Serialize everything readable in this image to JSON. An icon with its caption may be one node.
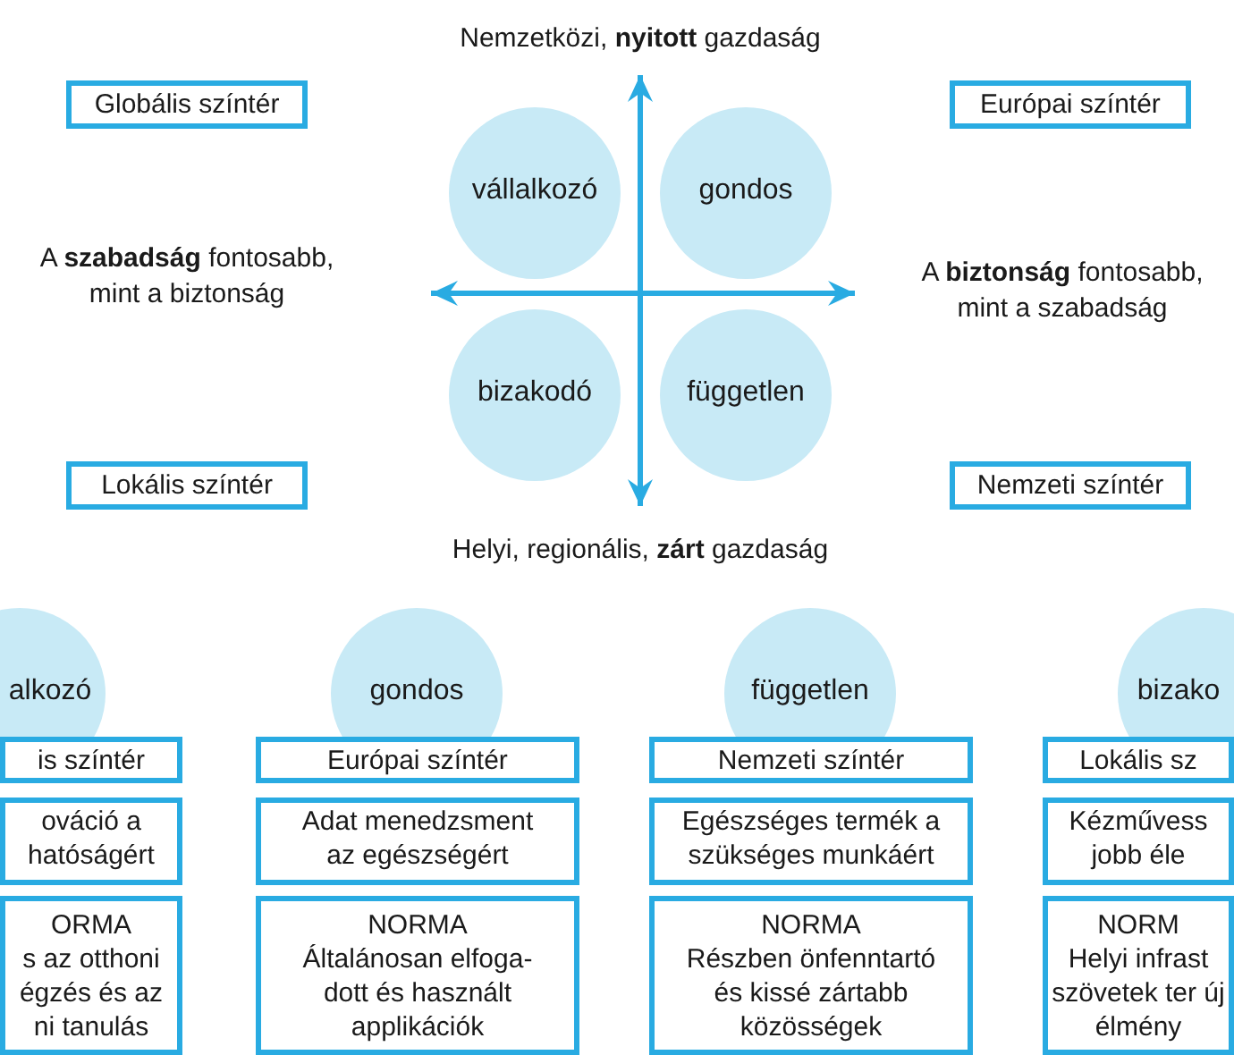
{
  "diagram": {
    "nodes": [
      {
        "text": [
          "Globális színtér"
        ]
      },
      {
        "text": [
          "Európai színtér"
        ]
      },
      {
        "text": [
          "vállalkozó"
        ]
      },
      {
        "text": [
          "gondos"
        ]
      },
      {
        "text": [
          "bizakodó"
        ]
      },
      {
        "text": [
          "független"
        ]
      },
      {
        "text": [
          "Lokális színtér"
        ]
      },
      {
        "text": [
          "Nemzeti színtér"
        ]
      },
      {
        "text": [
          "alkozó"
        ]
      },
      {
        "text": [
          "is színtér"
        ]
      },
      {
        "text": [
          "ováció a hatóságért"
        ]
      },
      {
        "text": [
          "ORMA",
          "s az otthoni égzés és az ni tanulás"
        ]
      },
      {
        "text": [
          "gondos"
        ]
      },
      {
        "text": [
          "Európai színtér"
        ]
      },
      {
        "text": [
          "Adat menedzsment az egészségért"
        ]
      },
      {
        "text": [
          "NORMA",
          "Általánosan elfoga-dott és használt applikációk"
        ]
      },
      {
        "text": [
          "független"
        ]
      },
      {
        "text": [
          "Nemzeti színtér"
        ]
      },
      {
        "text": [
          "Egészséges termék a szükséges munkáért"
        ]
      },
      {
        "text": [
          "NORMA",
          "Részben önfenntartó és kissé zártabb közösségek"
        ]
      },
      {
        "text": [
          "bizako"
        ]
      },
      {
        "text": [
          "Lokális sz"
        ]
      },
      {
        "text": [
          "Kézművess jobb éle"
        ]
      },
      {
        "text": [
          "NORM",
          "Helyi infrast szövetek ter új élmény"
        ]
      }
    ],
    "labels": [
      "Nemzetközi, **nyitott** gazdaság",
      "A **szabadság** fontosabb, mint a biztonság",
      "A **biztonság** fontosabb, mint a szabadság",
      "Helyi, regionális, **zárt** gazdaság"
    ]
  }
}
